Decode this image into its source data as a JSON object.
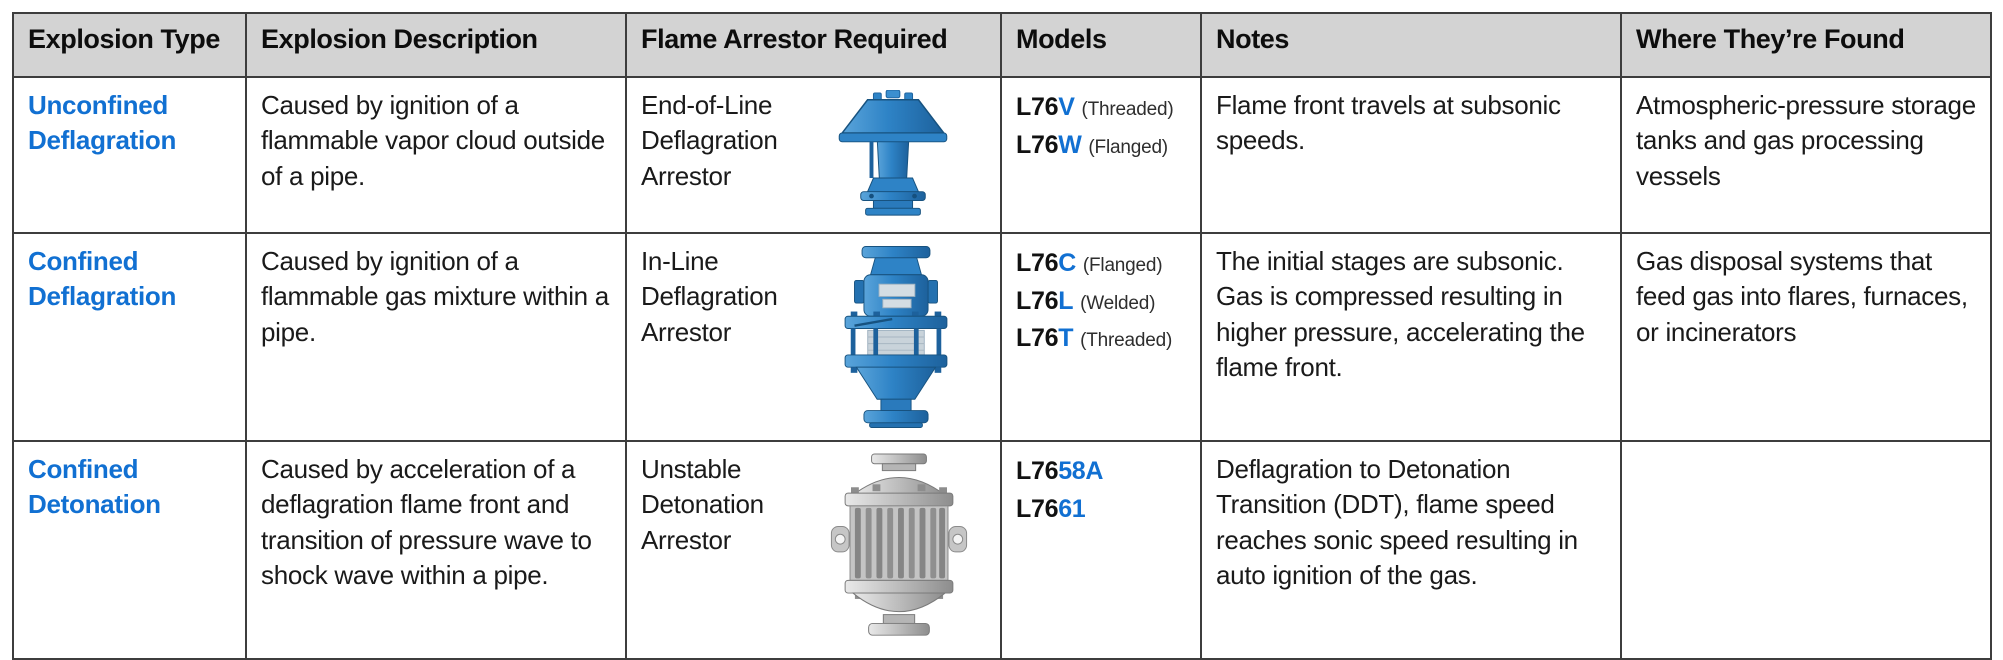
{
  "accent_blue": "#1170d2",
  "product_blue": "#2e83c6",
  "header_bg": "#d3d3d3",
  "table": {
    "headers": [
      "Explosion Type",
      "Explosion Description",
      "Flame Arrestor Required",
      "Models",
      "Notes",
      "Where They’re Found"
    ],
    "rows": [
      {
        "type": "Unconfined Deflagration",
        "description": "Caused by ignition of a flammable vapor cloud outside of a pipe.",
        "arrestor": "End-of-Line Deflagration Arrestor",
        "arrestor_image": "end-of-line-deflagration-arrestor-photo",
        "models": [
          {
            "prefix": "L76",
            "suffix": "V",
            "variant": "(Threaded)"
          },
          {
            "prefix": "L76",
            "suffix": "W",
            "variant": "(Flanged)"
          }
        ],
        "notes": "Flame front travels at subsonic speeds.",
        "where": "Atmospheric-pressure storage tanks and gas processing vessels"
      },
      {
        "type": "Confined Deflagration",
        "description": "Caused by ignition of a flammable gas mixture within a pipe.",
        "arrestor": "In-Line Deflagration Arrestor",
        "arrestor_image": "in-line-deflagration-arrestor-photo",
        "models": [
          {
            "prefix": "L76",
            "suffix": "C",
            "variant": "(Flanged)"
          },
          {
            "prefix": "L76",
            "suffix": "L",
            "variant": "(Welded)"
          },
          {
            "prefix": "L76",
            "suffix": "T",
            "variant": "(Threaded)"
          }
        ],
        "notes": "The initial stages are subsonic. Gas is compressed resulting in higher pressure, accelerating the flame front.",
        "where": "Gas disposal systems that feed gas into flares, furnaces, or incinerators"
      },
      {
        "type": "Confined Detonation",
        "description": "Caused by acceleration of a deflagration flame front and transition of pressure wave to shock wave within a pipe.",
        "arrestor": "Unstable Detonation Arrestor",
        "arrestor_image": "unstable-detonation-arrestor-photo",
        "models": [
          {
            "prefix": "L76",
            "suffix": "58A",
            "variant": ""
          },
          {
            "prefix": "L76",
            "suffix": "61",
            "variant": ""
          }
        ],
        "notes": "Deflagration to Detonation Transition (DDT), flame speed reaches sonic speed resulting in auto ignition of the gas.",
        "where": ""
      }
    ]
  }
}
